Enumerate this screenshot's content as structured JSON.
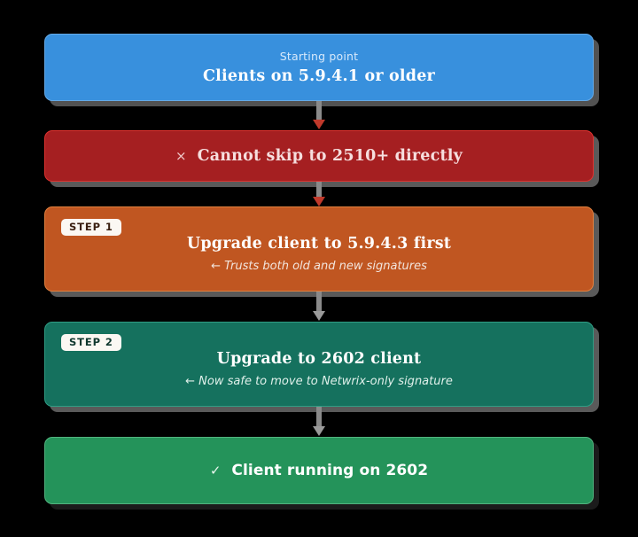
{
  "diagram": {
    "type": "flowchart",
    "orientation": "vertical",
    "background": "#000000",
    "nodes": [
      {
        "id": "start",
        "eyebrow": "Starting point",
        "title": "Clients on 5.9.4.1 or older",
        "color": "#3890dd"
      },
      {
        "id": "blocked",
        "mark": "×",
        "mark_name": "cross-icon",
        "title": "Cannot skip to 2510+ directly",
        "color": "#a51f21"
      },
      {
        "id": "step1",
        "badge": "STEP 1",
        "title": "Upgrade client to 5.9.4.3 first",
        "subtitle": "← Trusts both old and new signatures",
        "color": "#c05621"
      },
      {
        "id": "step2",
        "badge": "STEP 2",
        "title": "Upgrade to 2602 client",
        "subtitle": "← Now safe to move to Netwrix-only signature",
        "color": "#15715e"
      },
      {
        "id": "done",
        "mark": "✓",
        "mark_name": "check-icon",
        "title": "Client running on 2602",
        "color": "#24935a"
      }
    ],
    "connectors": [
      {
        "id": "conn-1",
        "from": "start",
        "to": "blocked",
        "arrow_color": "#c0392b"
      },
      {
        "id": "conn-2",
        "from": "blocked",
        "to": "step1",
        "arrow_color": "#c0392b"
      },
      {
        "id": "conn-3",
        "from": "step1",
        "to": "step2",
        "arrow_color": "#9a9a9a"
      },
      {
        "id": "conn-4",
        "from": "step2",
        "to": "done",
        "arrow_color": "#9a9a9a"
      }
    ]
  }
}
